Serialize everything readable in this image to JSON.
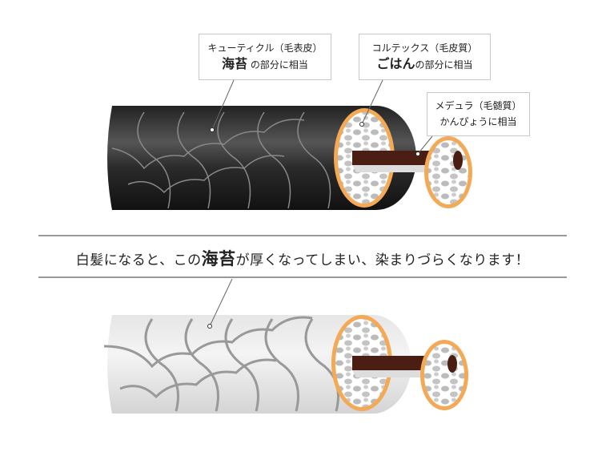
{
  "labels": {
    "cuticle": {
      "title": "キューティクル（毛表皮）",
      "strong": "海苔",
      "rest": "の部分に相当"
    },
    "cortex": {
      "title": "コルテックス（毛皮質）",
      "strong": "ごはん",
      "rest": "の部分に相当"
    },
    "medulla": {
      "title": "メデュラ（毛髄質）",
      "rest": "かんぴょうに相当"
    }
  },
  "headline": {
    "before": "白髪になると、この",
    "strong": "海苔",
    "after": "が厚くなってしまい、染まりづらくなります！"
  },
  "colors": {
    "dark_hair": "#2a2a2a",
    "gray_hair": "#dcdcdc",
    "cortex_ring": "#f3a955",
    "medulla": "#4a1e12"
  }
}
